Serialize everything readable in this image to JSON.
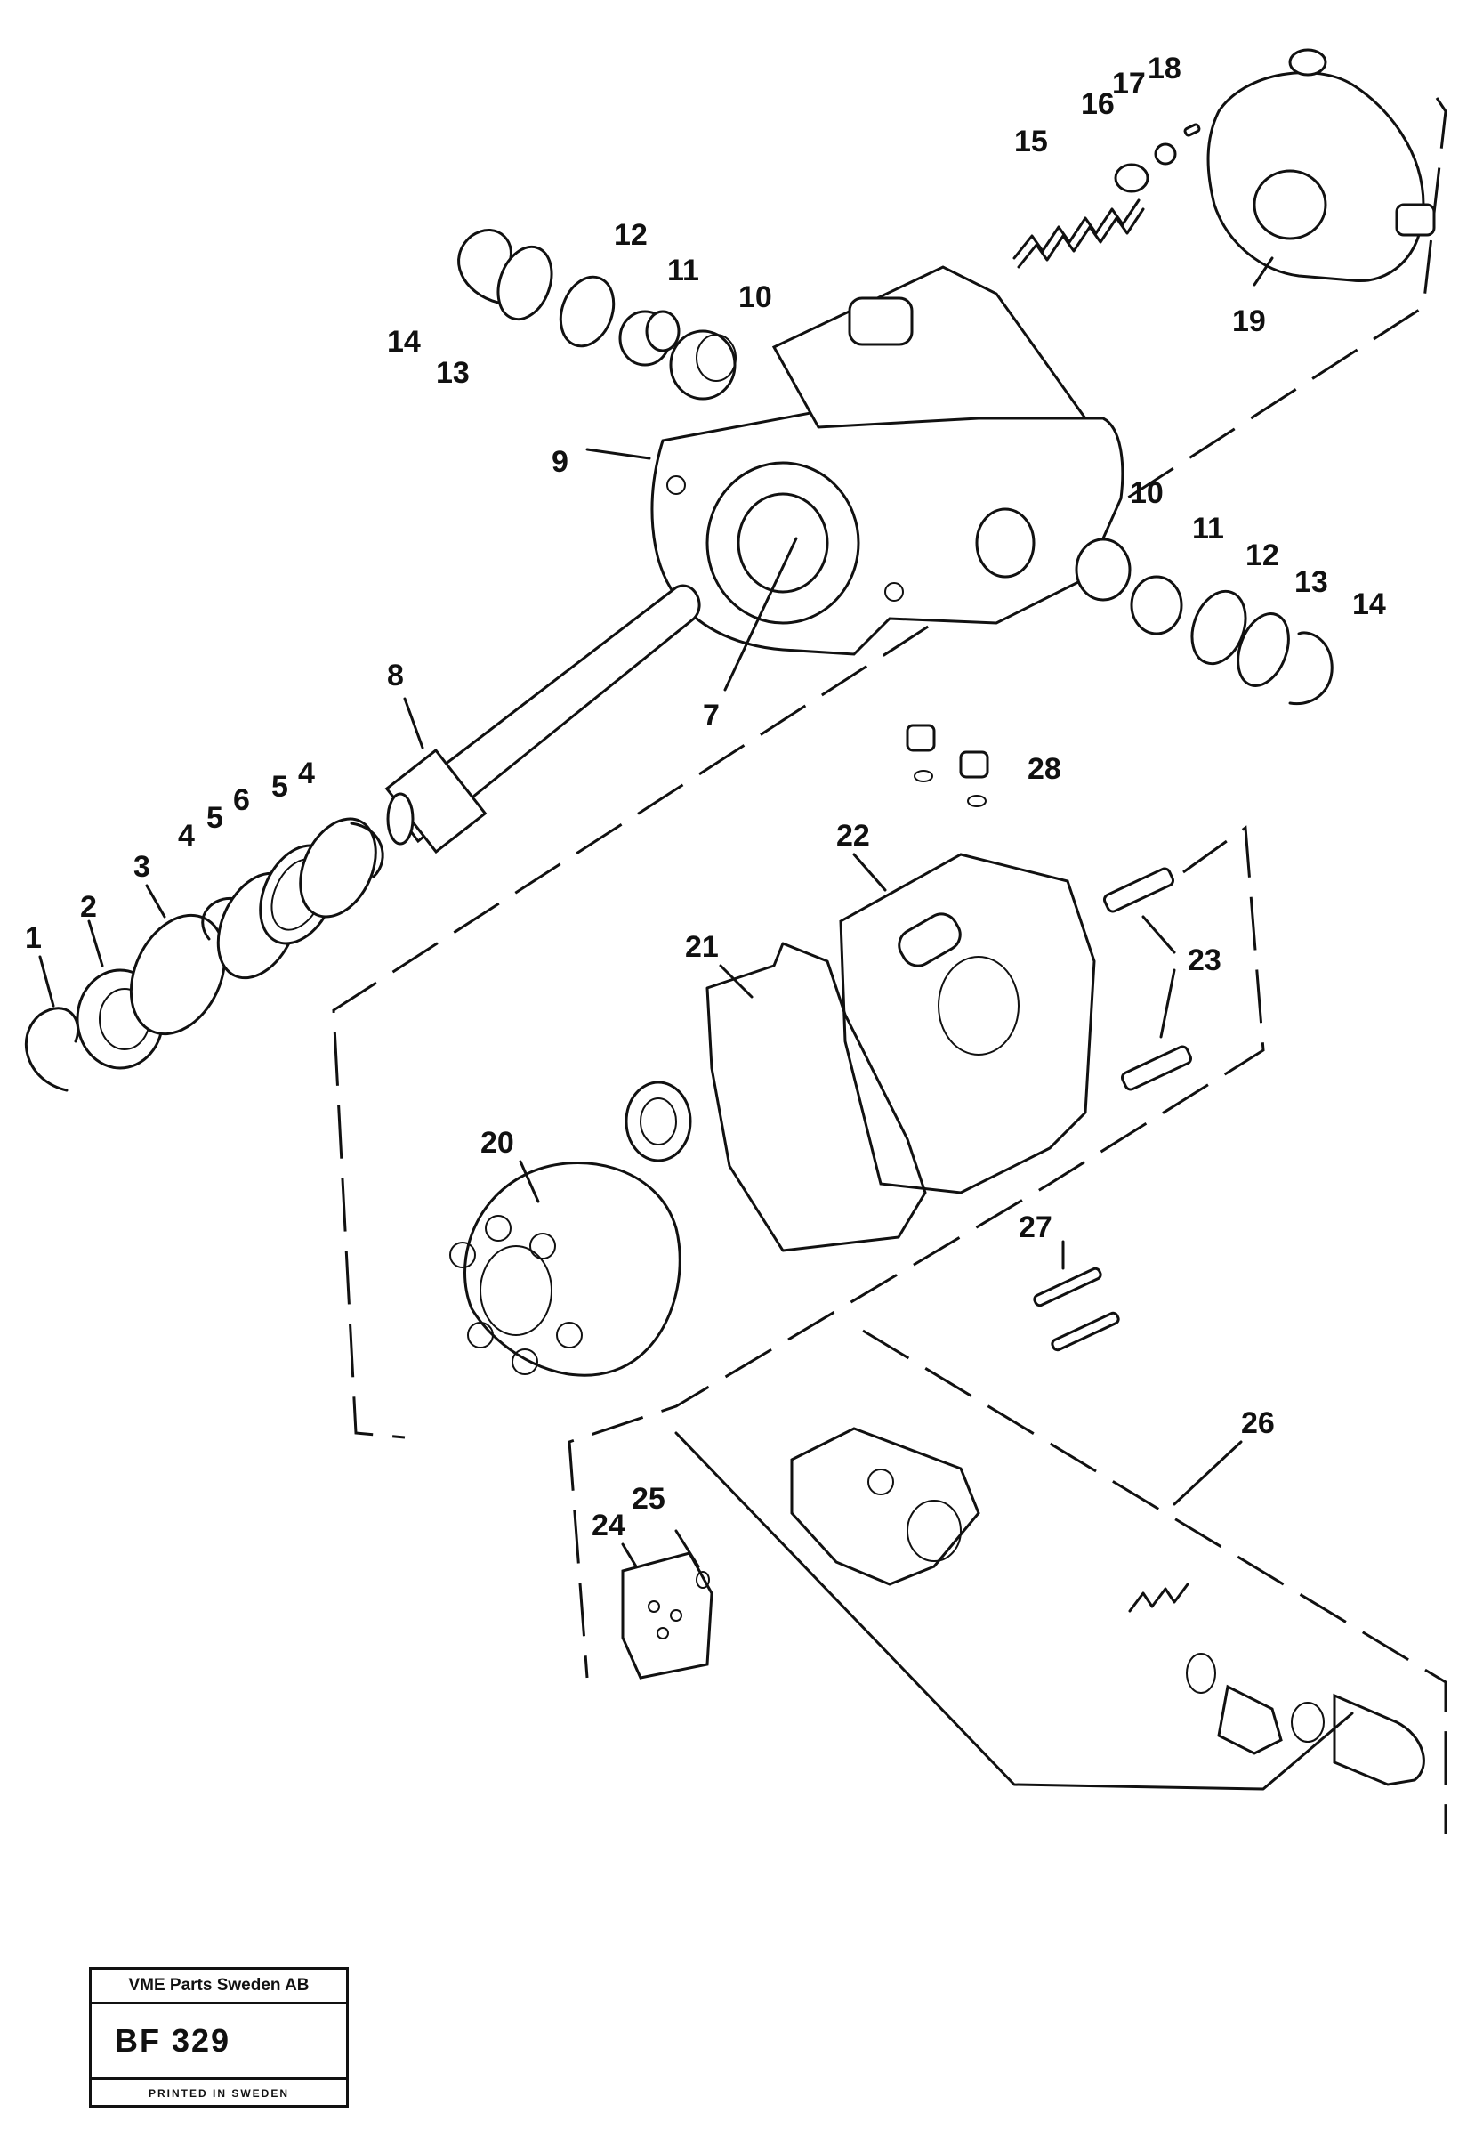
{
  "callouts": {
    "c1": "1",
    "c2": "2",
    "c3": "3",
    "c4a": "4",
    "c4b": "4",
    "c5a": "5",
    "c5b": "5",
    "c6": "6",
    "c7": "7",
    "c8": "8",
    "c9": "9",
    "c10a": "10",
    "c10b": "10",
    "c11a": "11",
    "c11b": "11",
    "c12a": "12",
    "c12b": "12",
    "c13a": "13",
    "c13b": "13",
    "c14a": "14",
    "c14b": "14",
    "c15": "15",
    "c16": "16",
    "c17": "17",
    "c18": "18",
    "c19": "19",
    "c20": "20",
    "c21": "21",
    "c22": "22",
    "c23": "23",
    "c24": "24",
    "c25": "25",
    "c26": "26",
    "c27": "27",
    "c28": "28"
  },
  "stamp": {
    "company": "VME Parts Sweden AB",
    "code": "BF 329",
    "printed": "PRINTED IN SWEDEN"
  },
  "colors": {
    "ink": "#111111",
    "paper": "#ffffff"
  }
}
